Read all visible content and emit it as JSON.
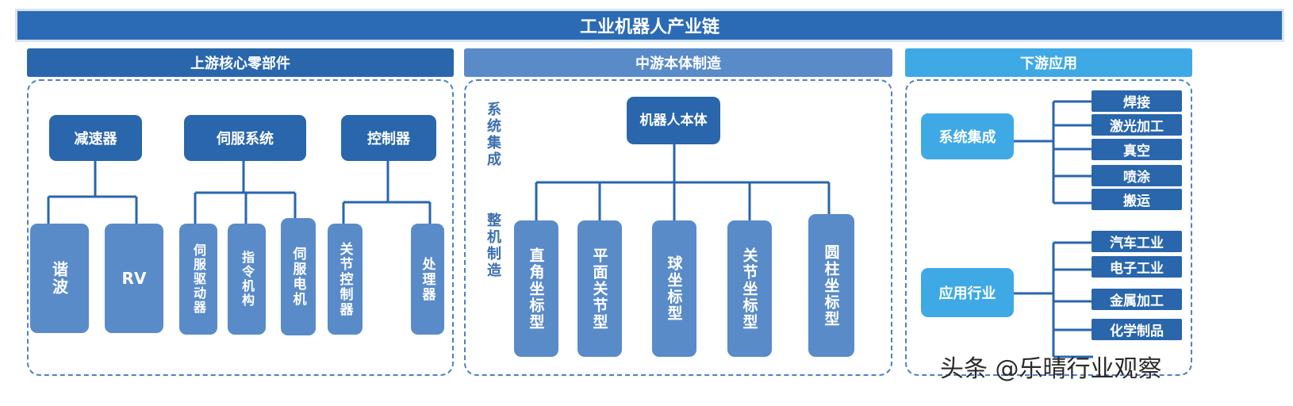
{
  "title": "工业机器人产业链",
  "sections": {
    "upstream": {
      "header": "上游核心零部件",
      "groups": [
        {
          "name": "减速器",
          "children": [
            "谐波",
            "RV"
          ]
        },
        {
          "name": "伺服系统",
          "children": [
            "伺服驱动器",
            "指令机构",
            "伺服电机"
          ]
        },
        {
          "name": "控制器",
          "children": [
            "关节控制器",
            "处理器"
          ]
        }
      ]
    },
    "midstream": {
      "header": "中游本体制造",
      "label_top": "系统集成",
      "label_bottom": "整机制造",
      "root": "机器人本体",
      "children": [
        "直角坐标型",
        "平面关节型",
        "球坐标型",
        "关节坐标型",
        "圆柱坐标型"
      ]
    },
    "downstream": {
      "header": "下游应用",
      "groups": [
        {
          "name": "系统集成",
          "children": [
            "焊接",
            "激光加工",
            "真空",
            "喷涂",
            "搬运"
          ]
        },
        {
          "name": "应用行业",
          "children": [
            "汽车工业",
            "电子工业",
            "金属加工",
            "化学制品"
          ]
        }
      ]
    }
  },
  "watermark": "头条 @乐晴行业观察",
  "colors": {
    "dark": "#2966ac",
    "mid": "#5a8bc9",
    "light": "#3fa9e6",
    "title": "#2b6bb6"
  }
}
